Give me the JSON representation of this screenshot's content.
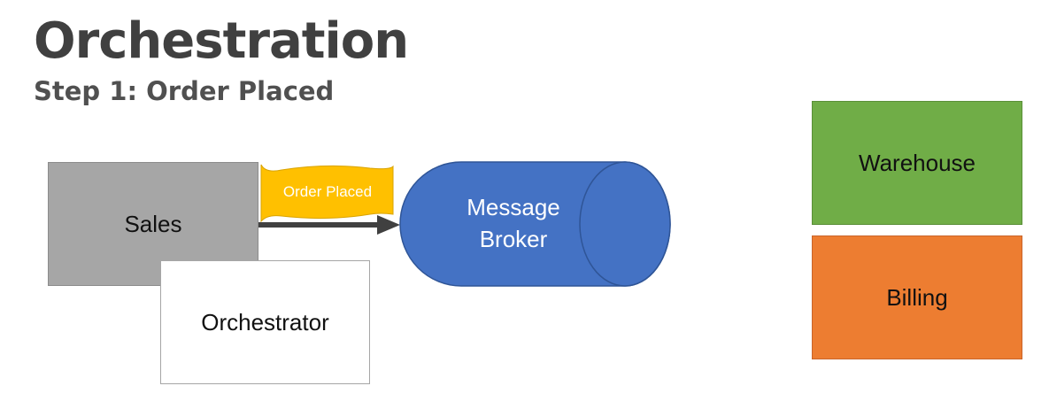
{
  "title": "Orchestration",
  "subtitle": "Step 1: Order Placed",
  "nodes": {
    "sales": "Sales",
    "orchestrator": "Orchestrator",
    "warehouse": "Warehouse",
    "billing": "Billing",
    "broker_line1": "Message",
    "broker_line2": "Broker"
  },
  "message": "Order Placed",
  "colors": {
    "sales": "#a6a6a6",
    "orchestrator": "#ffffff",
    "warehouse": "#70ad47",
    "billing": "#ed7d31",
    "broker": "#4472c4",
    "message": "#ffc000",
    "arrow": "#404040"
  }
}
